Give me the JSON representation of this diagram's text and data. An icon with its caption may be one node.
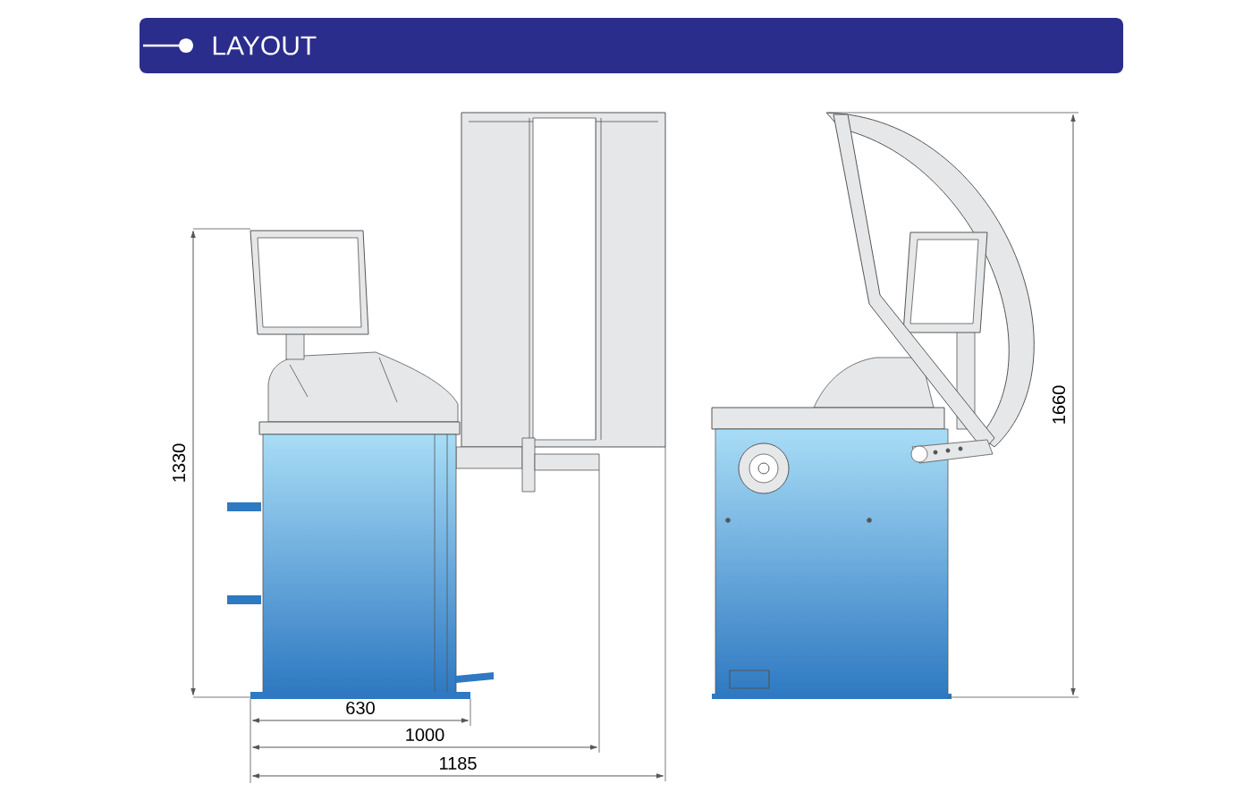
{
  "diagram": {
    "title": "LAYOUT",
    "labels": [
      "1330",
      "1660",
      "630",
      "1000",
      "1185"
    ]
  }
}
